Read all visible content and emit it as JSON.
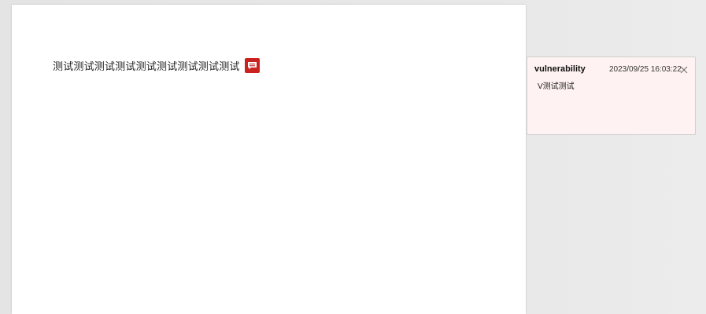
{
  "document": {
    "text": "测试测试测试测试测试测试测试测试测试"
  },
  "comment": {
    "author": "vulnerability",
    "timestamp": "2023/09/25 16:03:22",
    "body": "V测试测试"
  },
  "icons": {
    "comment_marker": "comment-icon",
    "close": "close-icon"
  },
  "colors": {
    "marker": "#c9221f",
    "card_bg": "#fff2f2",
    "page_bg": "#ffffff",
    "workspace_bg": "#e6e6e6"
  }
}
